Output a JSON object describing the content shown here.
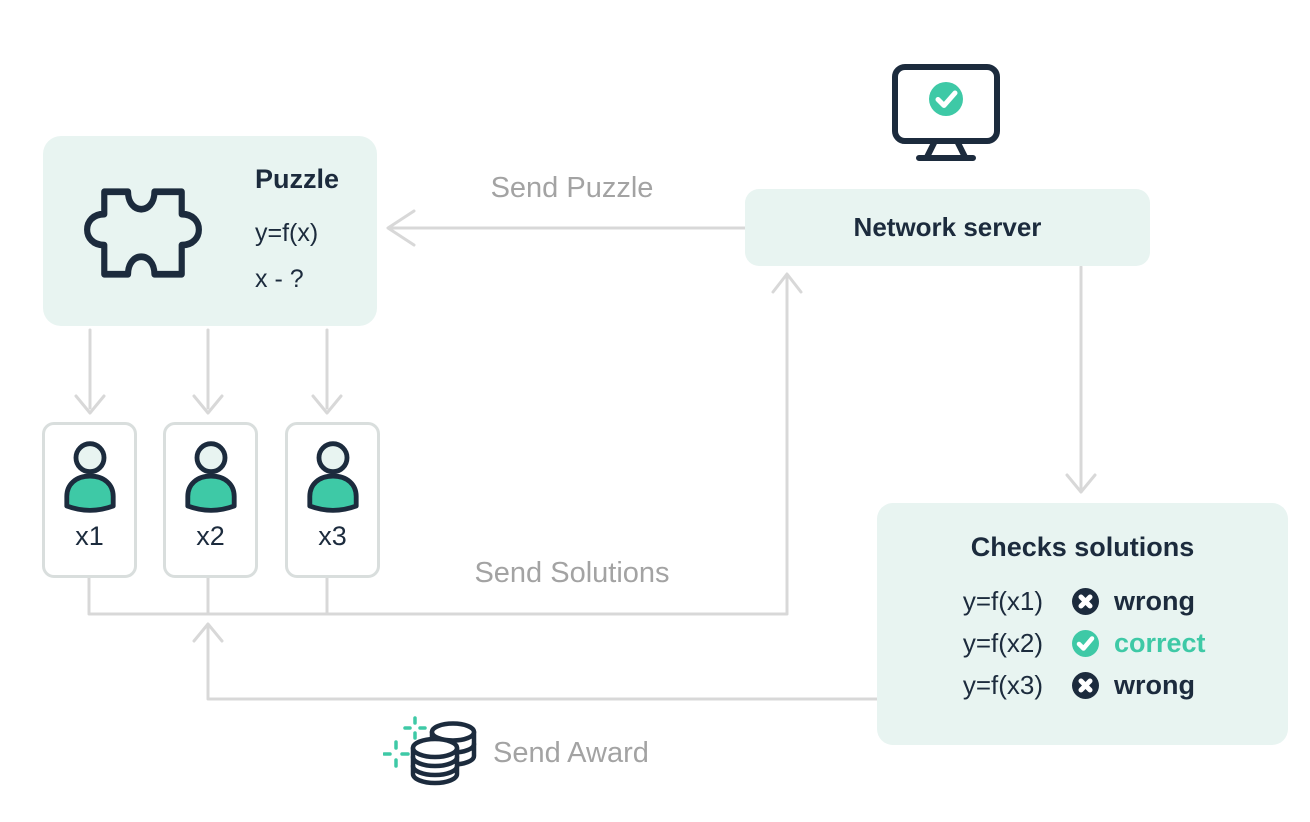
{
  "colors": {
    "navy": "#1c2b3d",
    "teal": "#3ec9a6",
    "mint_bg": "#e8f4f1",
    "connector_gray": "#d8d8d8",
    "flow_label_gray": "#a3a3a3",
    "card_border": "#d9dedd",
    "white": "#ffffff"
  },
  "icons": {
    "puzzle": "puzzle-piece-icon",
    "server_monitor": "monitor-check-icon",
    "miner": "person-icon",
    "wrong": "x-circle-icon",
    "correct": "check-circle-icon",
    "award": "coins-sparkle-icon"
  },
  "puzzle_box": {
    "title": "Puzzle",
    "formula_line": "y=f(x)",
    "unknown_line": "x - ?"
  },
  "server_box": {
    "label": "Network server"
  },
  "flow_labels": {
    "send_puzzle": "Send Puzzle",
    "send_solutions": "Send Solutions",
    "send_award": "Send Award"
  },
  "miners": [
    {
      "label": "x1"
    },
    {
      "label": "x2"
    },
    {
      "label": "x3"
    }
  ],
  "checks_box": {
    "title": "Checks solutions",
    "rows": [
      {
        "expr": "y=f(x1)",
        "result": "wrong"
      },
      {
        "expr": "y=f(x2)",
        "result": "correct"
      },
      {
        "expr": "y=f(x3)",
        "result": "wrong"
      }
    ]
  }
}
